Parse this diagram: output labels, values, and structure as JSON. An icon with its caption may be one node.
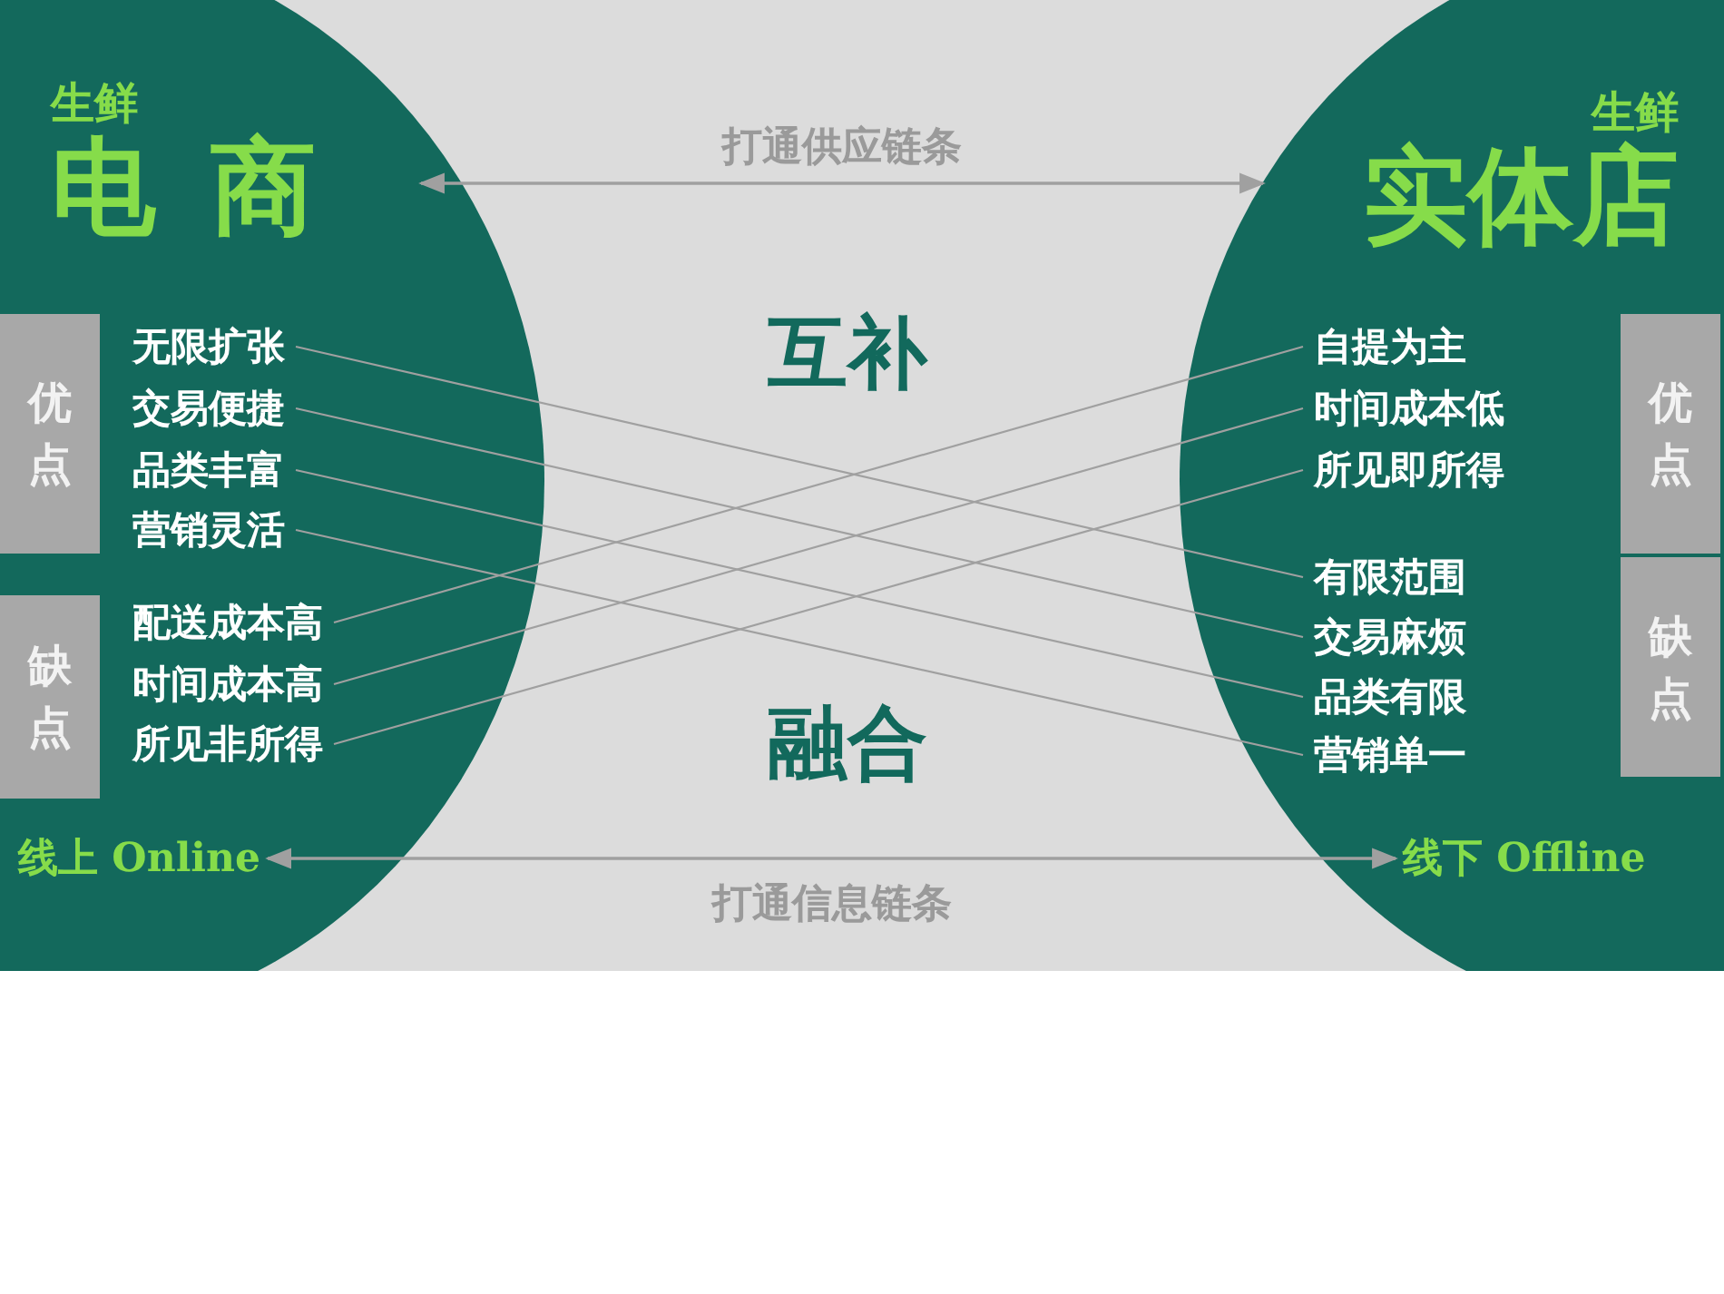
{
  "diagram": {
    "nodes": [
      {
        "text": [],
        "shape": "circle"
      },
      {
        "text": [
          "生鲜",
          "电商"
        ],
        "in": 0
      },
      {
        "text": [
          "线上 Online"
        ],
        "in": 0
      },
      {
        "text": [
          "优点"
        ],
        "in": 0
      },
      {
        "text": [
          "缺点"
        ],
        "in": 0
      },
      {
        "text": [
          "无限扩张"
        ],
        "in": 0
      },
      {
        "text": [
          "交易便捷"
        ],
        "in": 0
      },
      {
        "text": [
          "品类丰富"
        ],
        "in": 0
      },
      {
        "text": [
          "营销灵活"
        ],
        "in": 0
      },
      {
        "text": [
          "配送成本高"
        ],
        "in": 0
      },
      {
        "text": [
          "时间成本高"
        ],
        "in": 0
      },
      {
        "text": [
          "所见非所得"
        ],
        "in": 0
      },
      {
        "text": [],
        "shape": "circle"
      },
      {
        "text": [
          "生鲜",
          "实体店"
        ],
        "in": 12
      },
      {
        "text": [
          "线下 Offline"
        ],
        "in": 12
      },
      {
        "text": [
          "优点"
        ],
        "in": 12
      },
      {
        "text": [
          "缺点"
        ],
        "in": 12
      },
      {
        "text": [
          "自提为主"
        ],
        "in": 12
      },
      {
        "text": [
          "时间成本低"
        ],
        "in": 12
      },
      {
        "text": [
          "所见即所得"
        ],
        "in": 12
      },
      {
        "text": [
          "有限范围"
        ],
        "in": 12
      },
      {
        "text": [
          "交易麻烦"
        ],
        "in": 12
      },
      {
        "text": [
          "品类有限"
        ],
        "in": 12
      },
      {
        "text": [
          "营销单一"
        ],
        "in": 12
      }
    ],
    "edges": [
      {
        "from": 1,
        "to": 13,
        "arrow": "both",
        "label": "打通供应链条"
      },
      {
        "from": 2,
        "to": 14,
        "arrow": "both",
        "label": "打通信息链条"
      },
      {
        "from": 5,
        "to": 20,
        "arrow": "none"
      },
      {
        "from": 6,
        "to": 21,
        "arrow": "none"
      },
      {
        "from": 7,
        "to": 22,
        "arrow": "none"
      },
      {
        "from": 8,
        "to": 23,
        "arrow": "none"
      },
      {
        "from": 9,
        "to": 17,
        "arrow": "none"
      },
      {
        "from": 10,
        "to": 18,
        "arrow": "none"
      },
      {
        "from": 11,
        "to": 19,
        "arrow": "none"
      }
    ],
    "labels": [
      "互补",
      "融合"
    ]
  }
}
